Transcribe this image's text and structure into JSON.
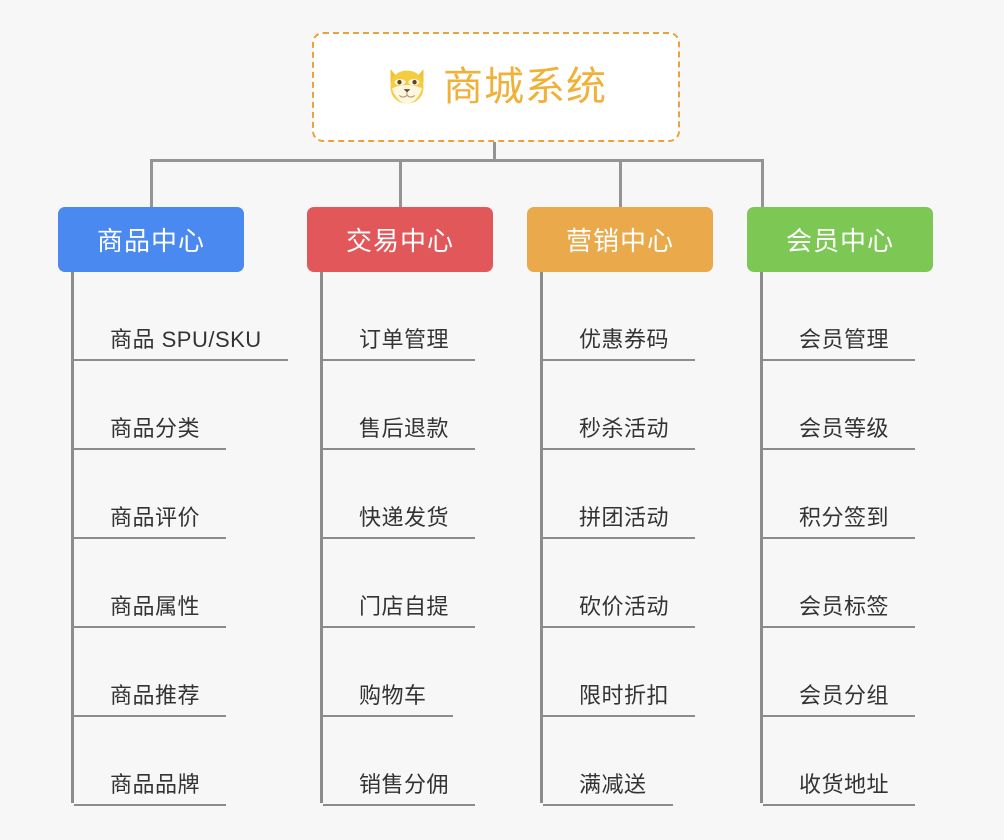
{
  "page": {
    "background": "#f7f7f7",
    "line_color": "#8c8c8c"
  },
  "root": {
    "title": "商城系统",
    "icon": "shiba-dog-face-icon",
    "text_color": "#efb138",
    "border_color": "#e8a33d"
  },
  "categories": [
    {
      "label": "商品中心",
      "color": "#4a89f0",
      "items": [
        {
          "label": "商品 SPU/SKU"
        },
        {
          "label": "商品分类"
        },
        {
          "label": "商品评价"
        },
        {
          "label": "商品属性"
        },
        {
          "label": "商品推荐"
        },
        {
          "label": "商品品牌"
        }
      ]
    },
    {
      "label": "交易中心",
      "color": "#e2585a",
      "items": [
        {
          "label": "订单管理"
        },
        {
          "label": "售后退款"
        },
        {
          "label": "快递发货"
        },
        {
          "label": "门店自提"
        },
        {
          "label": "购物车"
        },
        {
          "label": "销售分佣"
        }
      ]
    },
    {
      "label": "营销中心",
      "color": "#eaa94a",
      "items": [
        {
          "label": "优惠券码"
        },
        {
          "label": "秒杀活动"
        },
        {
          "label": "拼团活动"
        },
        {
          "label": "砍价活动"
        },
        {
          "label": "限时折扣"
        },
        {
          "label": "满减送"
        }
      ]
    },
    {
      "label": "会员中心",
      "color": "#7dc855",
      "items": [
        {
          "label": "会员管理"
        },
        {
          "label": "会员等级"
        },
        {
          "label": "积分签到"
        },
        {
          "label": "会员标签"
        },
        {
          "label": "会员分组"
        },
        {
          "label": "收货地址"
        }
      ]
    }
  ]
}
